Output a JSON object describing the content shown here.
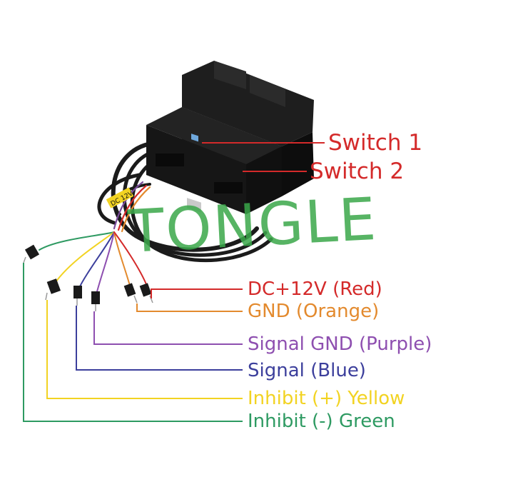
{
  "watermark": {
    "text": "TONGLE",
    "color": "#3aa84a"
  },
  "device": {
    "cable_tag": "DC 12V"
  },
  "switch_labels": [
    {
      "text": "Switch 1",
      "color": "#d42a2a"
    },
    {
      "text": "Switch 2",
      "color": "#d42a2a"
    }
  ],
  "wires": [
    {
      "label": "DC+12V (Red)",
      "color": "#d42a2a"
    },
    {
      "label": "GND (Orange)",
      "color": "#e38a2e"
    },
    {
      "label": "Signal GND (Purple)",
      "color": "#8e4fb0"
    },
    {
      "label": "Signal (Blue)",
      "color": "#3c3f9c"
    },
    {
      "label": "Inhibit (+) Yellow",
      "color": "#f2d322"
    },
    {
      "label": "Inhibit (-) Green",
      "color": "#2e9a62"
    }
  ]
}
